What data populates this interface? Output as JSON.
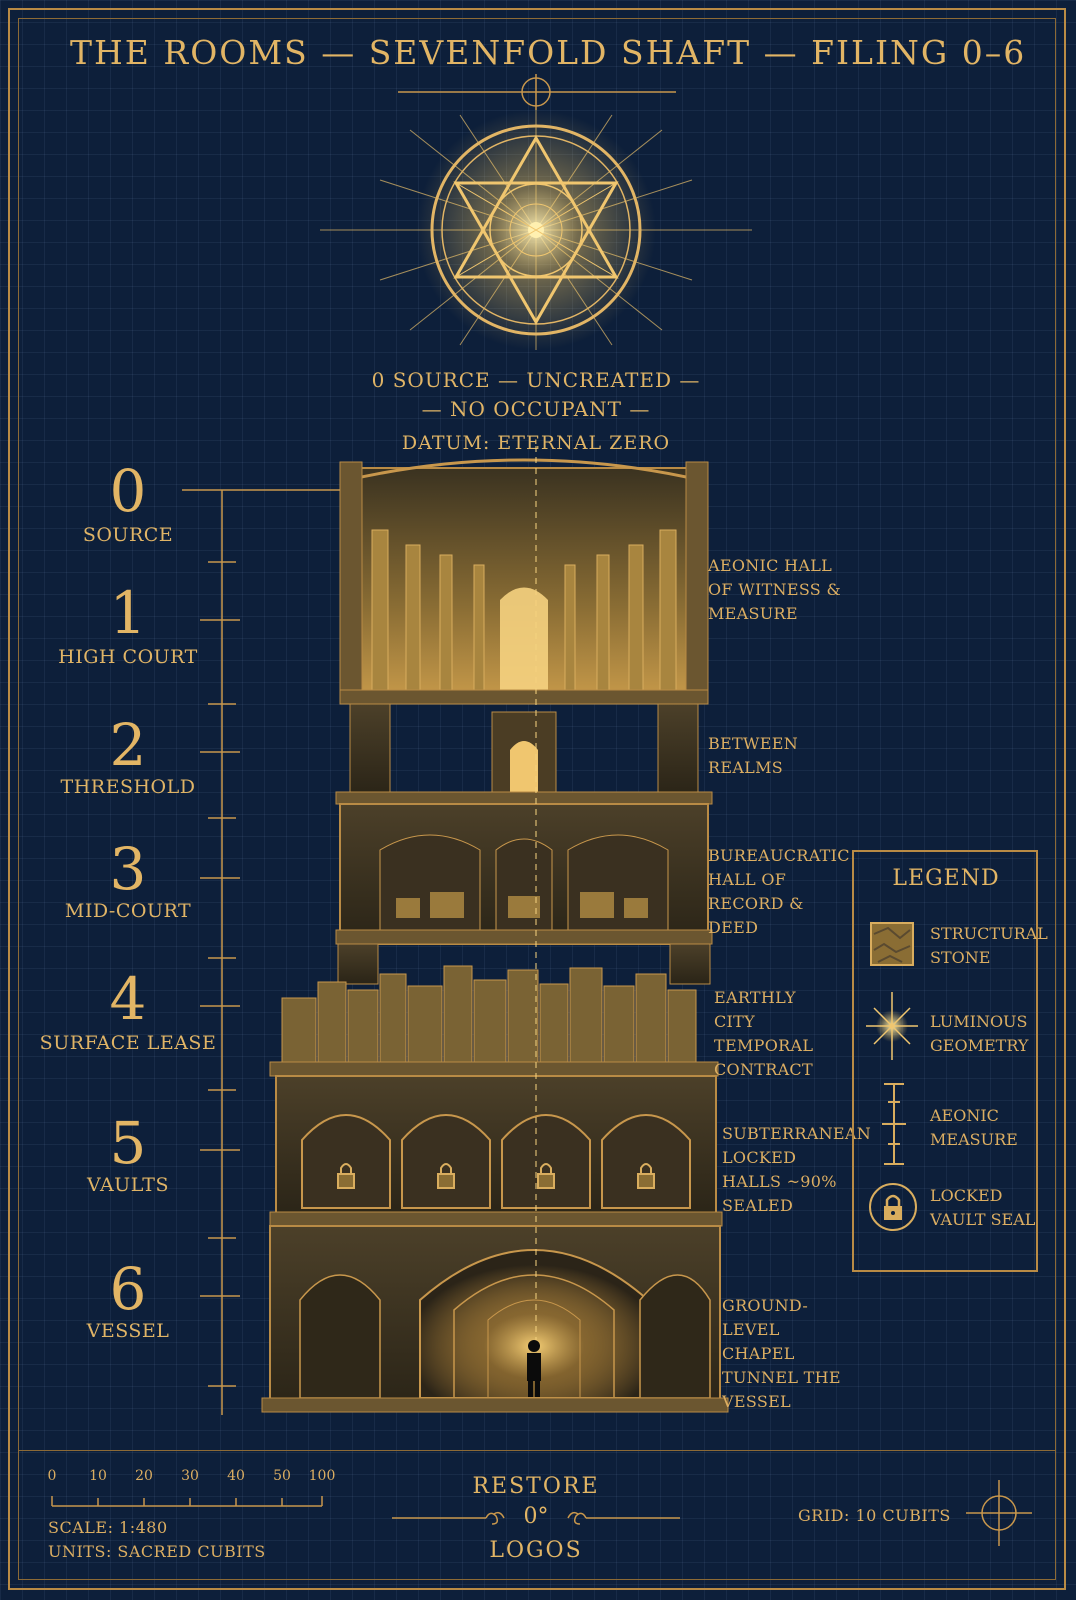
{
  "title": "THE ROOMS — SEVENFOLD SHAFT — FILING 0–6",
  "source": {
    "line1": "0 SOURCE — UNCREATED —",
    "line2": "— NO OCCUPANT —",
    "datum": "DATUM: ETERNAL ZERO"
  },
  "levels": [
    {
      "number": "0",
      "name": "SOURCE",
      "desc": ""
    },
    {
      "number": "1",
      "name": "HIGH COURT",
      "desc": "AEONIC HALL OF WITNESS & MEASURE"
    },
    {
      "number": "2",
      "name": "THRESHOLD",
      "desc": "BETWEEN REALMS"
    },
    {
      "number": "3",
      "name": "MID-COURT",
      "desc": "BUREAUCRATIC HALL OF RECORD & DEED"
    },
    {
      "number": "4",
      "name": "SURFACE LEASE",
      "desc": "EARTHLY CITY TEMPORAL CONTRACT"
    },
    {
      "number": "5",
      "name": "VAULTS",
      "desc": "SUBTERRANEAN LOCKED HALLS ~90% SEALED"
    },
    {
      "number": "6",
      "name": "VESSEL",
      "desc": "GROUND-LEVEL CHAPEL TUNNEL THE VESSEL"
    }
  ],
  "legend": {
    "title": "LEGEND",
    "items": [
      {
        "icon": "stone-texture-icon",
        "label": "STRUCTURAL STONE"
      },
      {
        "icon": "starburst-icon",
        "label": "LUMINOUS GEOMETRY"
      },
      {
        "icon": "measure-rod-icon",
        "label": "AEONIC MEASURE"
      },
      {
        "icon": "padlock-icon",
        "label": "LOCKED VAULT SEAL"
      }
    ]
  },
  "footer": {
    "scale_ticks": [
      "0",
      "10",
      "20",
      "30",
      "40",
      "50",
      "100"
    ],
    "scale": "SCALE: 1:480",
    "units": "UNITS: SACRED CUBITS",
    "restore": "RESTORE",
    "degree": "0°",
    "logos": "LOGOS",
    "grid": "GRID: 10 CUBITS"
  },
  "colors": {
    "background": "#0d1f3a",
    "gold": "#d9ad5e",
    "glow": "#ffd77a",
    "stone": "#5a4a30"
  }
}
